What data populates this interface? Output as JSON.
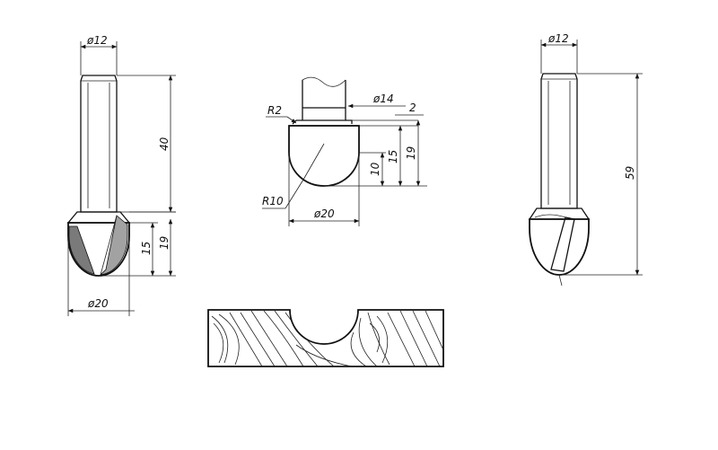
{
  "colors": {
    "ink": "#111111",
    "flute": "#9a9a9a",
    "flute_dark": "#6c6c6c",
    "paper": "#ffffff"
  },
  "left_view": {
    "shank_diameter": "ø12",
    "length": "40",
    "cut_height": "19",
    "radius_height": "15",
    "cut_diameter": "ø20"
  },
  "center_view": {
    "fillet": "R2",
    "neck_diameter": "ø14",
    "step": "2",
    "dim_10": "10",
    "dim_15": "15",
    "dim_19": "19",
    "radius": "R10",
    "cut_diameter": "ø20"
  },
  "right_view": {
    "shank_diameter": "ø12",
    "total_length": "59"
  }
}
